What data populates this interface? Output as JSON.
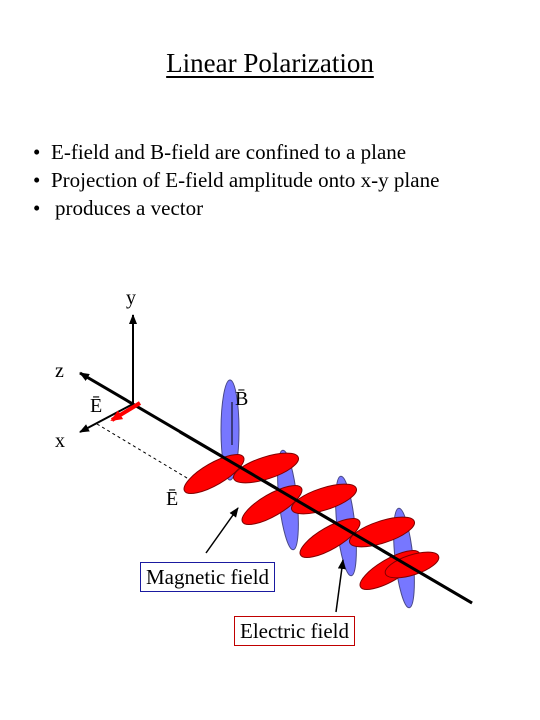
{
  "title": "Linear Polarization",
  "bullets": [
    "E-field and B-field are confined to a plane",
    "Projection of E-field amplitude onto x-y plane"
  ],
  "bullet_continuation": "produces a vector",
  "axis_labels": {
    "y": "y",
    "z": "z",
    "x": "x"
  },
  "vector_labels": {
    "e_projection": "Ē",
    "b_field": "B̄",
    "e_field": "Ē"
  },
  "callouts": {
    "magnetic": "Magnetic field",
    "electric": "Electric field"
  },
  "colors": {
    "electric": "#ff0000",
    "magnetic": "#7070ff",
    "electric_box_border": "#c00000",
    "magnetic_box_border": "#1a1aa0"
  }
}
